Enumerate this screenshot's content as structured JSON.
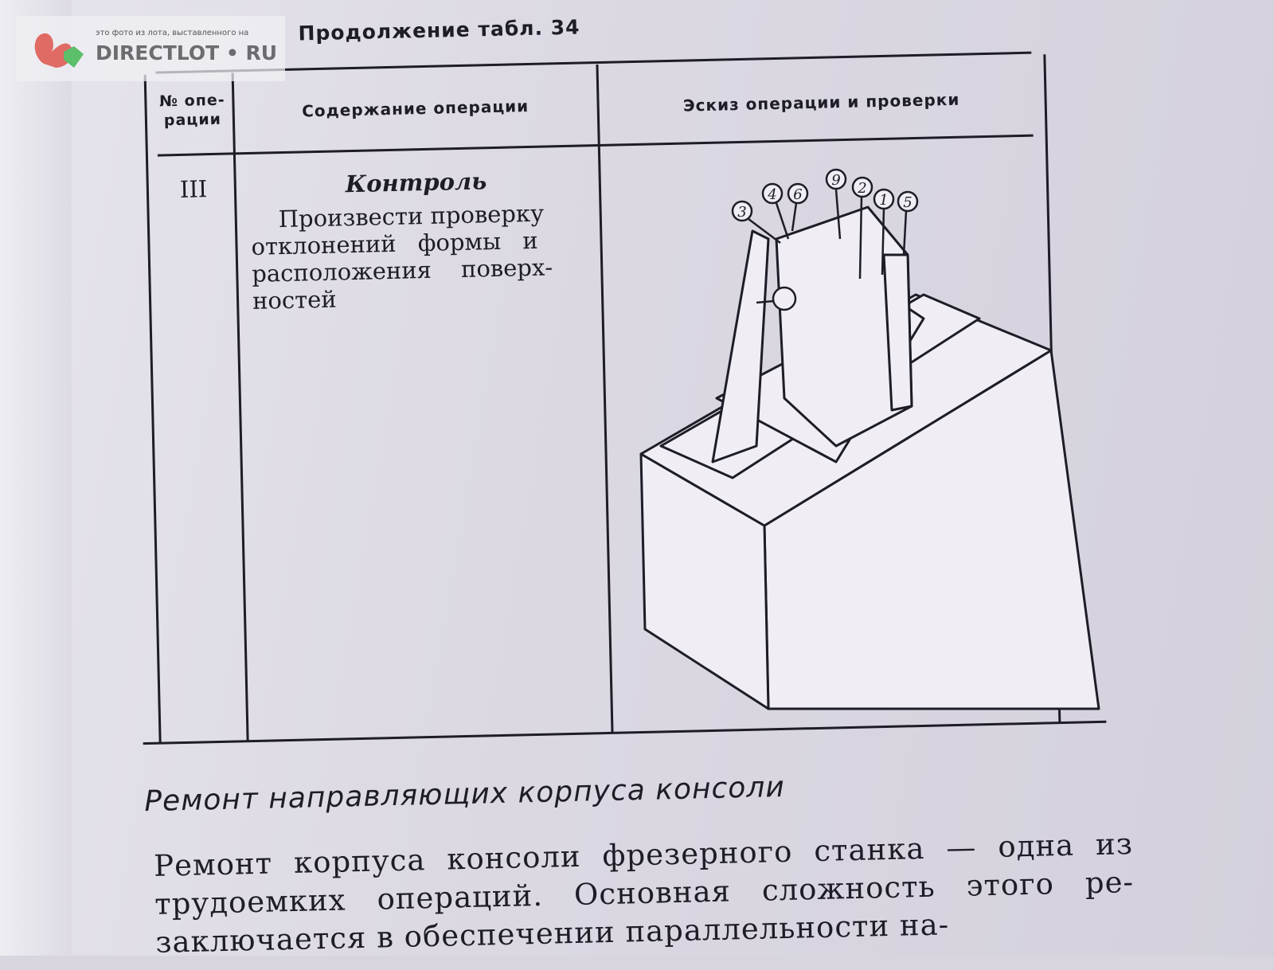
{
  "header": "Продолжение табл. 34",
  "table": {
    "columns": [
      "№ опе-\nрации",
      "Содержание операции",
      "Эскиз операции и проверки"
    ],
    "rows": [
      {
        "number": "III",
        "title": "Контроль",
        "text_lines": [
          "Произвести проверку",
          "отклонений формы и",
          "расположения поверх-",
          "ностей"
        ],
        "sketch_labels": [
          "3",
          "4",
          "6",
          "9",
          "2",
          "1",
          "5"
        ]
      }
    ]
  },
  "section_title": "Ремонт направляющих корпуса консоли",
  "paragraph": "Ремонт корпуса консоли фрезерного станка — одна из трудоемких операций. Основная сложность этого ре- заключается в обеспечении параллельности на-",
  "watermark": {
    "caption": "это фото из лота, выставленного на",
    "brand": "DIRECTLOT • RU"
  }
}
